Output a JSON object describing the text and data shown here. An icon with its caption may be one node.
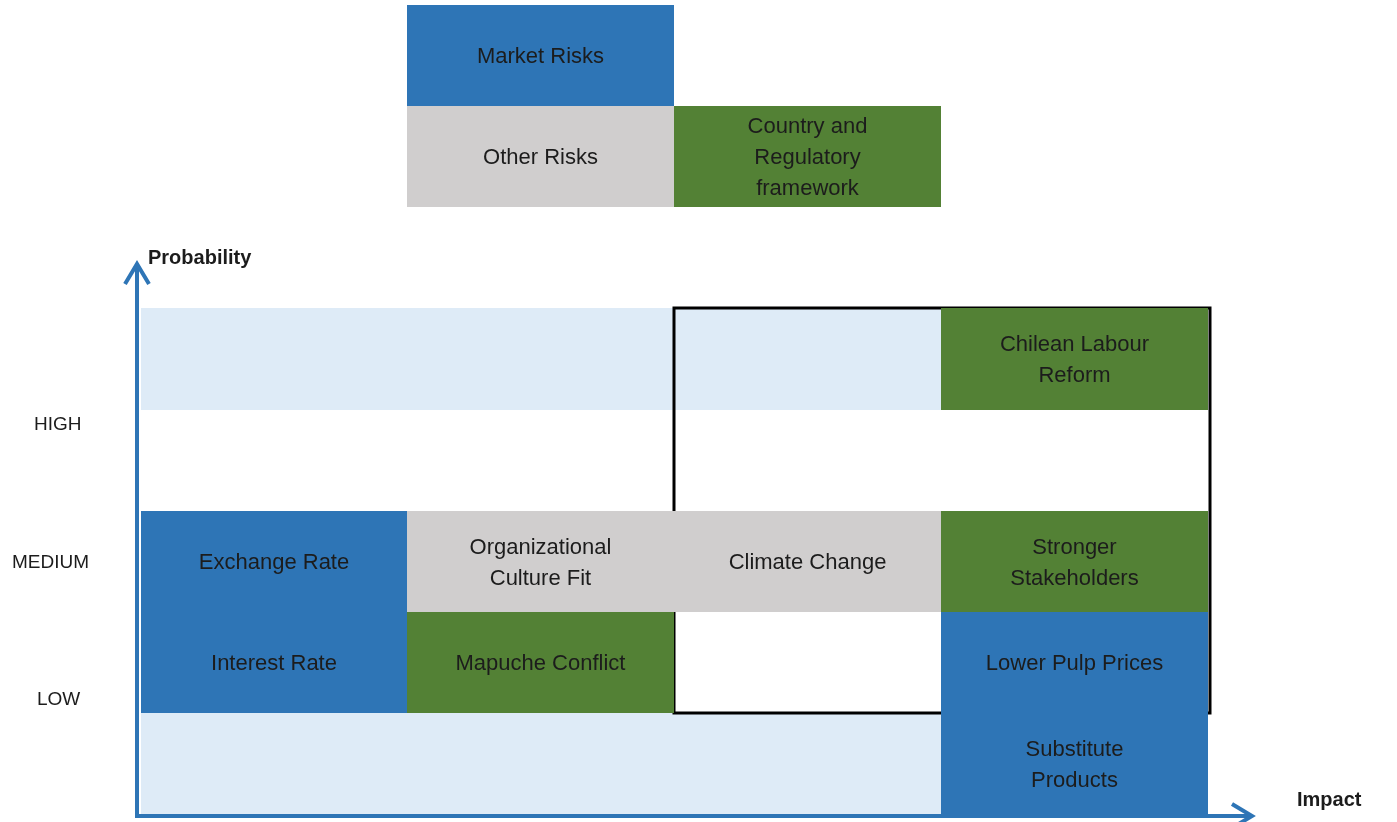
{
  "diagram": {
    "nodes": [
      {
        "text": [
          "Chilean Labour Reform"
        ]
      },
      {
        "text": [
          "Exchange Rate"
        ]
      },
      {
        "text": [
          "Organizational Culture Fit"
        ]
      },
      {
        "text": [
          "Climate Change"
        ]
      },
      {
        "text": [
          "Stronger Stakeholders"
        ]
      },
      {
        "text": [
          "Interest Rate"
        ]
      },
      {
        "text": [
          "Mapuche Conflict"
        ]
      },
      {
        "text": [
          "Lower Pulp Prices"
        ]
      },
      {
        "text": [
          "Substitute Products"
        ]
      }
    ],
    "labels": [
      "Probability",
      "HIGH",
      "MEDIUM",
      "LOW",
      "Impact"
    ],
    "legend": [
      {
        "text": "Market Risks",
        "color": "#2e75b6"
      },
      {
        "text": "Other Risks",
        "color": "#d0cece"
      },
      {
        "text": "Country and Regulatory framework",
        "color": "#538135"
      }
    ]
  }
}
